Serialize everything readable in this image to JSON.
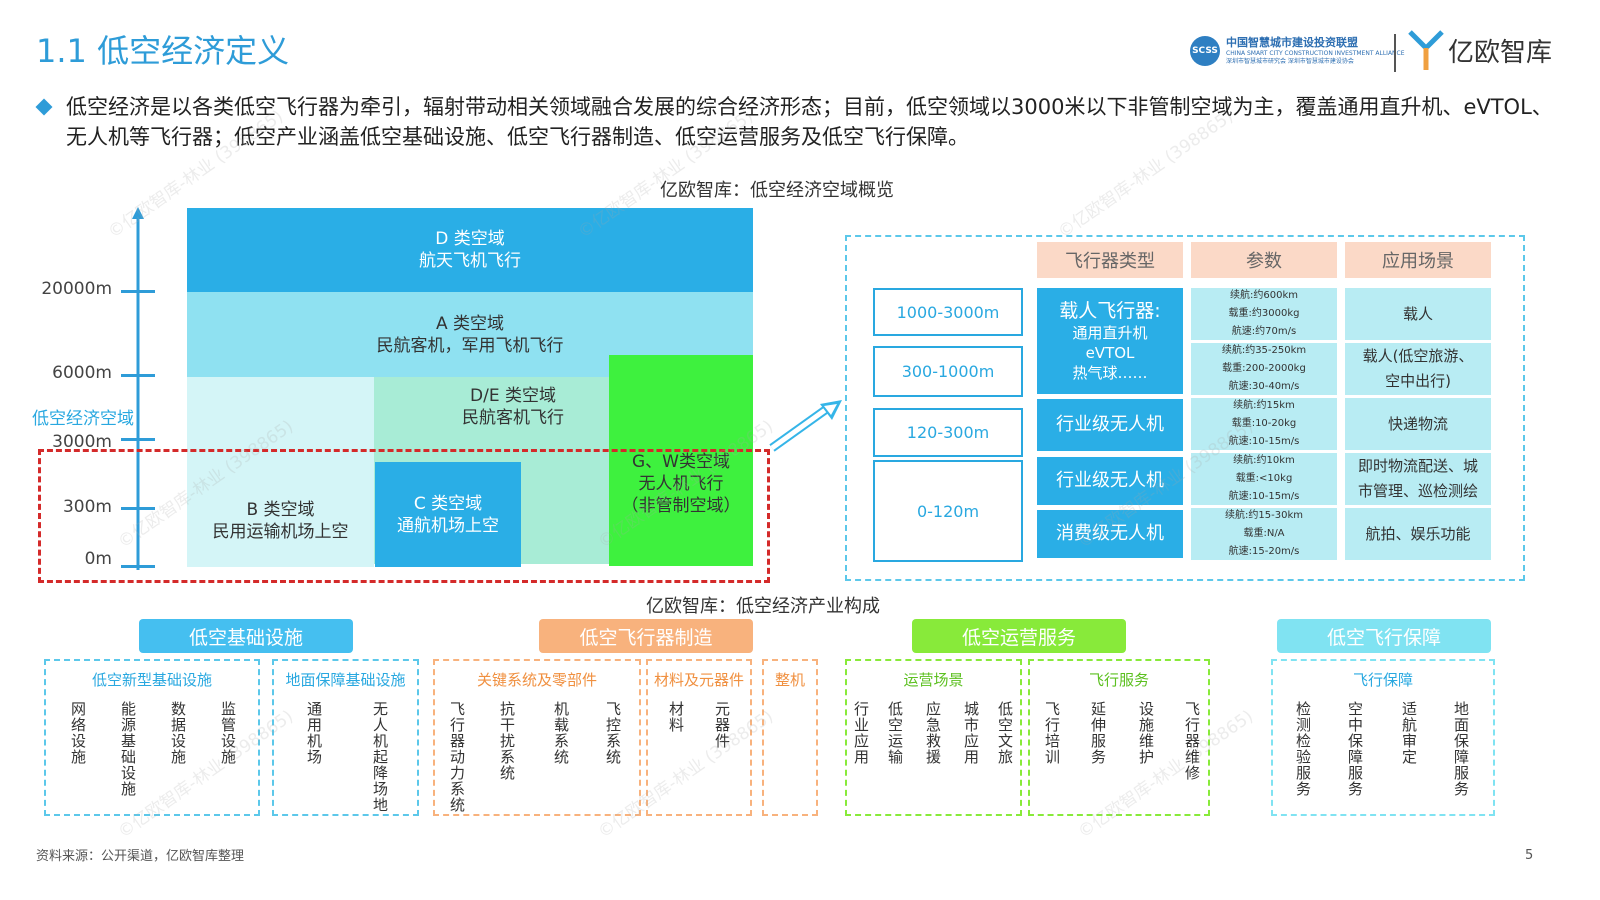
{
  "header": {
    "title": "1.1 低空经济定义",
    "summary": "低空经济是以各类低空飞行器为牵引，辐射带动相关领域融合发展的综合经济形态；目前，低空领域以3000米以下非管制空域为主，覆盖通用直升机、eVTOL、无人机等飞行器；低空产业涵盖低空基础设施、低空飞行器制造、低空运营服务及低空飞行保障。",
    "logo_scss_mark": "SCSS",
    "logo_scss_cn": "中国智慧城市建设投资联盟",
    "logo_scss_en": "CHINA SMART CITY CONSTRUCTION INVESTMENT ALLIANCE",
    "logo_scss_sub": "深圳市智慧城市研究会  深圳市智慧城市建设协会",
    "logo_yiou": "亿欧智库"
  },
  "airspace": {
    "subtitle": "亿欧智库：低空经济空域概览",
    "axis_labels": [
      "20000m",
      "6000m",
      "3000m",
      "300m",
      "0m"
    ],
    "axis_side_label": "低空经济空域",
    "D_title": "D 类空域",
    "D_desc": "航天飞机飞行",
    "A_title": "A 类空域",
    "A_desc": "民航客机，军用飞机飞行",
    "DE_title": "D/E 类空域",
    "DE_desc": "民航客机飞行",
    "B_title": "B 类空域",
    "B_desc": "民用运输机场上空",
    "C_title": "C 类空域",
    "C_desc": "通航机场上空",
    "GW_title": "G、W类空域",
    "GW_desc": "无人机飞行",
    "GW_note": "（非管制空域）"
  },
  "aircraft_table": {
    "headers": {
      "type": "飞行器类型",
      "params": "参数",
      "scene": "应用场景"
    },
    "altitudes": [
      "1000-3000m",
      "300-1000m",
      "120-300m",
      "0-120m"
    ],
    "crewed": {
      "title": "载人飞行器:",
      "items": [
        "通用直升机",
        "eVTOL",
        "热气球……"
      ]
    },
    "types": [
      "行业级无人机",
      "行业级无人机",
      "消费级无人机"
    ],
    "params": [
      [
        "续航:约600km",
        "载重:约3000kg",
        "航速:约70m/s"
      ],
      [
        "续航:约35-250km",
        "载重:200-2000kg",
        "航速:30-40m/s"
      ],
      [
        "续航:约15km",
        "载重:10-20kg",
        "航速:10-15m/s"
      ],
      [
        "续航:约10km",
        "载重:<10kg",
        "航速:10-15m/s"
      ],
      [
        "续航:约15-30km",
        "载重:N/A",
        "航速:15-20m/s"
      ]
    ],
    "scenes": [
      [
        "载人"
      ],
      [
        "载人(低空旅游、",
        "空中出行)"
      ],
      [
        "快递物流"
      ],
      [
        "即时物流配送、城",
        "市管理、巡检测绘"
      ],
      [
        "航拍、娱乐功能"
      ]
    ]
  },
  "industry": {
    "subtitle": "亿欧智库：低空经济产业构成",
    "categories": [
      "低空基础设施",
      "低空飞行器制造",
      "低空运营服务",
      "低空飞行保障"
    ],
    "groups": [
      {
        "label": "低空新型基础设施",
        "items": [
          "网络设施",
          "能源基础设施",
          "数据设施",
          "监管设施"
        ]
      },
      {
        "label": "地面保障基础设施",
        "items": [
          "通用机场",
          "无人机起降场地"
        ]
      },
      {
        "label": "关键系统及零部件",
        "items": [
          "飞行器动力系统",
          "抗干扰系统",
          "机载系统",
          "飞控系统"
        ]
      },
      {
        "label": "材料及元器件",
        "items": [
          "材料",
          "元器件"
        ]
      },
      {
        "label": "整机",
        "items": []
      },
      {
        "label": "运营场景",
        "items": [
          "行业应用",
          "低空运输",
          "应急救援",
          "城市应用",
          "低空文旅"
        ]
      },
      {
        "label": "飞行服务",
        "items": [
          "飞行培训",
          "延伸服务",
          "设施维护",
          "飞行器维修"
        ]
      },
      {
        "label": "飞行保障",
        "items": [
          "检测检验服务",
          "空中保障服务",
          "适航审定",
          "地面保障服务"
        ]
      }
    ]
  },
  "footer": {
    "source": "资料来源：公开渠道，亿欧智库整理",
    "page": "5"
  },
  "watermark": "©亿欧智库-林业 (398865)",
  "colors": {
    "accent": "#2e9cd8",
    "infra": "#45bff0",
    "manufacture": "#f8b27d",
    "operation": "#88ea3a",
    "guarantee": "#80e3f2",
    "green": "#3ef13e",
    "red_dash": "#d42a2a"
  }
}
